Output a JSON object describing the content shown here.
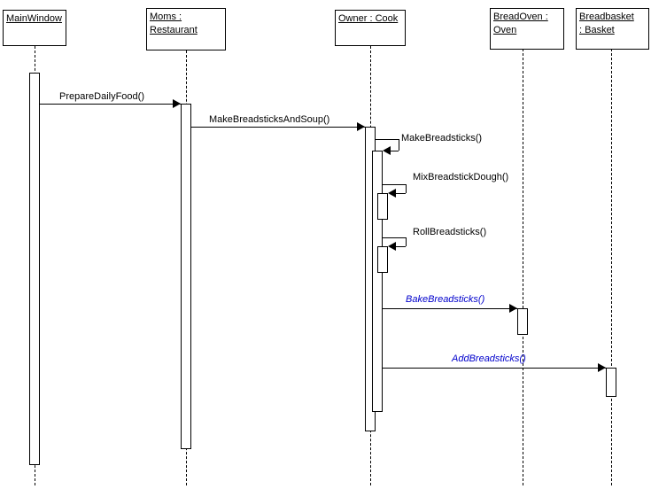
{
  "diagram": {
    "type": "uml-sequence-diagram",
    "lifelines": [
      {
        "name": "MainWindow",
        "lines": [
          "MainWindow"
        ]
      },
      {
        "name": "Moms : Restaurant",
        "lines": [
          "Moms :",
          "Restaurant"
        ]
      },
      {
        "name": "Owner : Cook",
        "lines": [
          "Owner : Cook"
        ]
      },
      {
        "name": "BreadOven : Oven",
        "lines": [
          "BreadOven :",
          "Oven"
        ]
      },
      {
        "name": "Breadbasket : Basket",
        "lines": [
          "Breadbasket",
          ": Basket"
        ]
      }
    ],
    "messages": [
      {
        "label": "PrepareDailyFood()",
        "from": "MainWindow",
        "to": "Moms : Restaurant",
        "type": "call"
      },
      {
        "label": "MakeBreadsticksAndSoup()",
        "from": "Moms : Restaurant",
        "to": "Owner : Cook",
        "type": "call"
      },
      {
        "label": "MakeBreadsticks()",
        "from": "Owner : Cook",
        "to": "Owner : Cook",
        "type": "self"
      },
      {
        "label": "MixBreadstickDough()",
        "from": "Owner : Cook",
        "to": "Owner : Cook",
        "type": "self"
      },
      {
        "label": "RollBreadsticks()",
        "from": "Owner : Cook",
        "to": "Owner : Cook",
        "type": "self"
      },
      {
        "label": "BakeBreadsticks()",
        "from": "Owner : Cook",
        "to": "BreadOven : Oven",
        "type": "call",
        "highlighted": true
      },
      {
        "label": "AddBreadsticks()",
        "from": "Owner : Cook",
        "to": "Breadbasket : Basket",
        "type": "call",
        "highlighted": true
      }
    ],
    "colors": {
      "line": "#000000",
      "background": "#ffffff",
      "highlighted_message": "#0000cc"
    }
  }
}
